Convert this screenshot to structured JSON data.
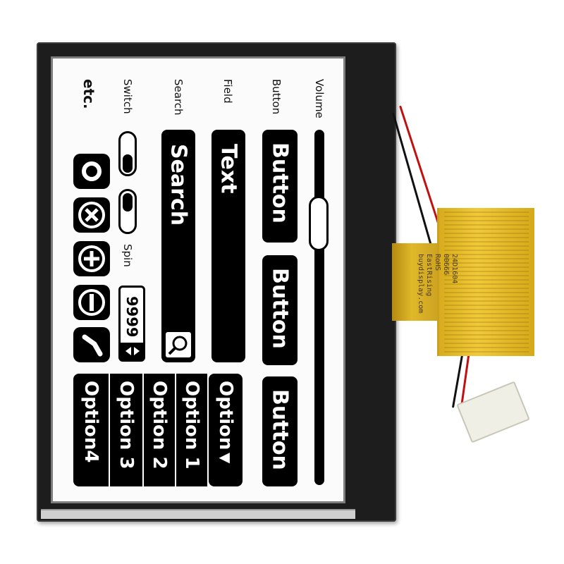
{
  "labels": {
    "volume": "Volume",
    "button": "Button",
    "field": "Field",
    "search": "Search",
    "switch": "Switch",
    "spin": "Spin",
    "etc": "etc."
  },
  "volume": {
    "level": 0.22
  },
  "buttons": [
    "Button",
    "Button",
    "Button"
  ],
  "field": {
    "value": "Text"
  },
  "search": {
    "value": "Search"
  },
  "switches": [
    {
      "state": "off"
    },
    {
      "state": "on"
    }
  ],
  "spin": {
    "value": "9999"
  },
  "options": {
    "selected": "Option",
    "items": [
      "Option 1",
      "Option 2",
      "Option 3",
      "Option4"
    ]
  },
  "icons": [
    "circle-icon",
    "close-icon",
    "plus-icon",
    "minus-icon",
    "check-icon"
  ],
  "cable": {
    "line1": "24D1604",
    "line2": "00666",
    "line3": "RoHS",
    "line4": "EastRising",
    "line5": "buydisplay.com"
  }
}
